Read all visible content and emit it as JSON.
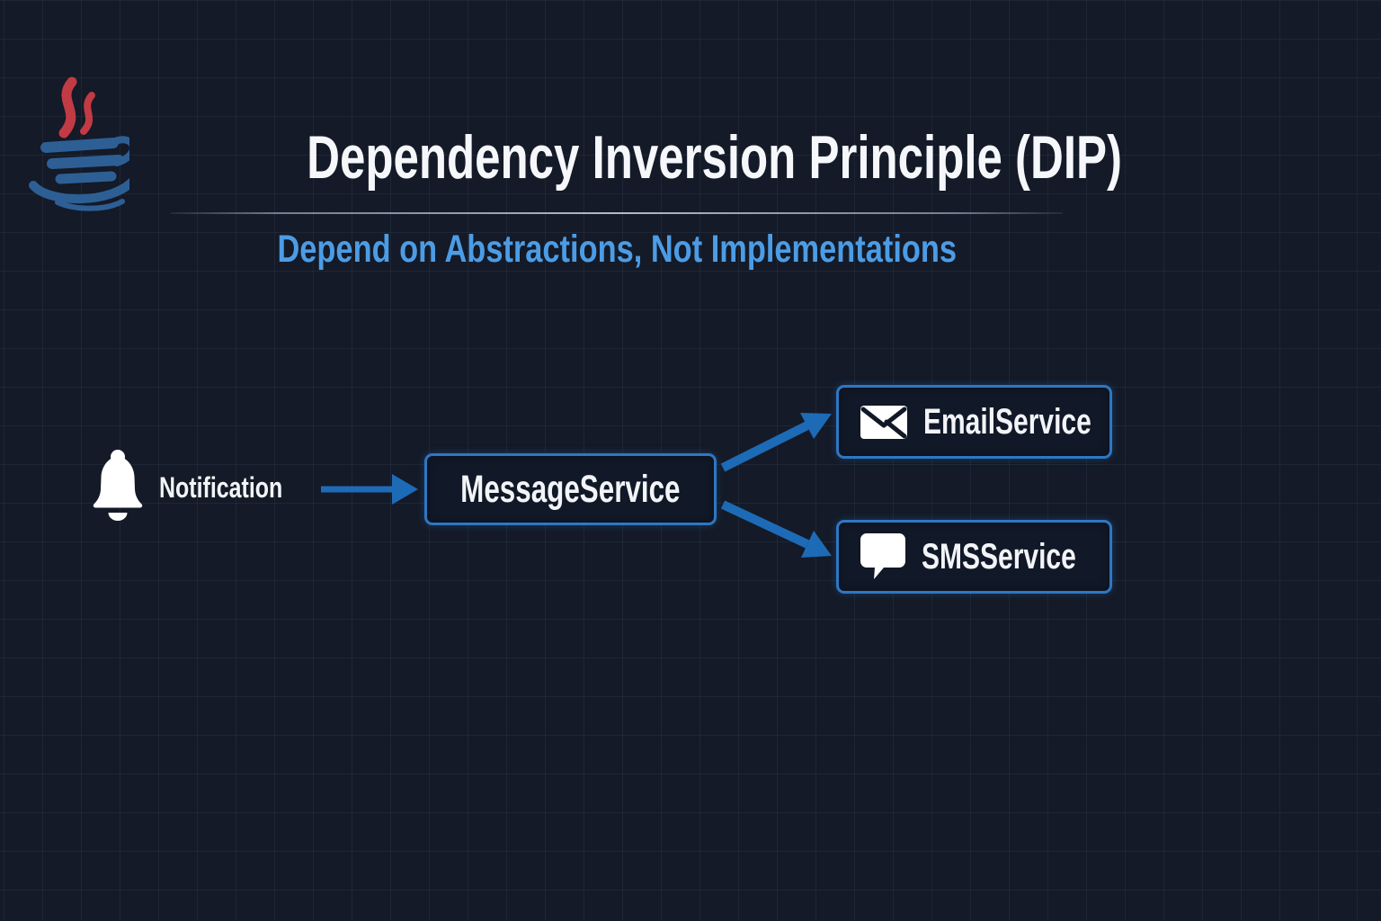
{
  "slide": {
    "title": "Dependency Inversion Principle (DIP)",
    "subtitle": "Depend on Abstractions, Not Implementations"
  },
  "diagram": {
    "client": {
      "label": "Notification",
      "icon": "bell-icon"
    },
    "abstraction": {
      "label": "MessageService"
    },
    "implementations": [
      {
        "label": "EmailService",
        "icon": "envelope-icon"
      },
      {
        "label": "SMSService",
        "icon": "speech-bubble-icon"
      }
    ]
  },
  "icons": {
    "logo": "java-logo"
  },
  "colors": {
    "background": "#141a27",
    "grid_line": "rgba(130,155,200,0.09)",
    "arrow_blue": "#1d6bb7",
    "box_border": "#2e77c4",
    "box_fill": "#111827",
    "subtitle_blue": "#4c9ce5",
    "title_white": "#f5f7fa",
    "java_red": "#c23b44",
    "java_blue": "#2d5f95",
    "icon_white": "#ffffff"
  }
}
